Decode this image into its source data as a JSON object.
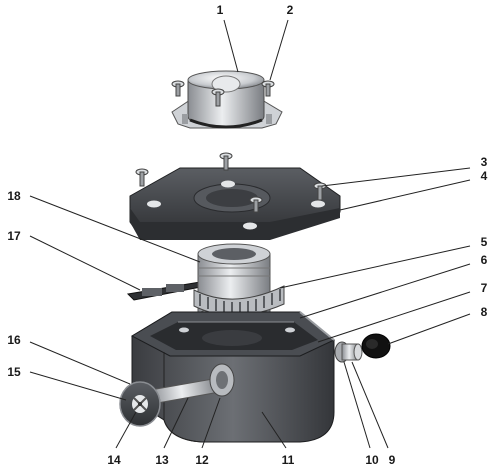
{
  "callouts": [
    {
      "label": "1",
      "part": "encoder-module"
    },
    {
      "label": "2",
      "part": "encoder-screw"
    },
    {
      "label": "3",
      "part": "cover-screw"
    },
    {
      "label": "4",
      "part": "cover-plate"
    },
    {
      "label": "5",
      "part": "worm-wheel"
    },
    {
      "label": "6",
      "part": "gearbox-housing-top"
    },
    {
      "label": "7",
      "part": "housing-rim"
    },
    {
      "label": "8",
      "part": "end-cap"
    },
    {
      "label": "9",
      "part": "shaft-end"
    },
    {
      "label": "10",
      "part": "bearing"
    },
    {
      "label": "11",
      "part": "gearbox-housing"
    },
    {
      "label": "12",
      "part": "bushing"
    },
    {
      "label": "13",
      "part": "worm-shaft"
    },
    {
      "label": "14",
      "part": "handwheel-screw"
    },
    {
      "label": "15",
      "part": "handwheel"
    },
    {
      "label": "16",
      "part": "handwheel-rim"
    },
    {
      "label": "17",
      "part": "limit-switch-bracket"
    },
    {
      "label": "18",
      "part": "output-sleeve"
    }
  ],
  "colors": {
    "metal_dark": "#3f4145",
    "metal_mid": "#8a8d92",
    "metal_light": "#d9dbde",
    "leader": "#222222"
  }
}
